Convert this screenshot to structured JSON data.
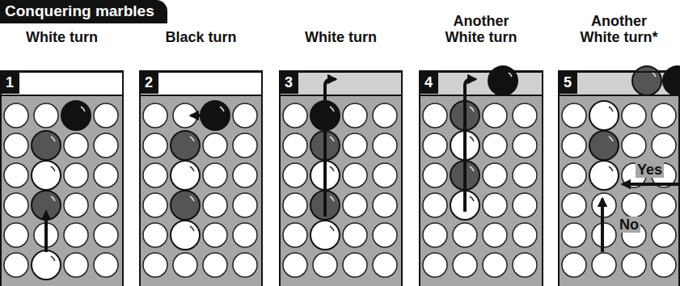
{
  "diagram": {
    "title": "Conquering marbles",
    "nodes": [
      {
        "text": [
          "White turn",
          "1"
        ]
      },
      {
        "text": [
          "Black turn",
          "2"
        ]
      },
      {
        "text": [
          "White turn",
          "3"
        ]
      },
      {
        "text": [
          "Another White turn",
          "4"
        ]
      },
      {
        "text": [
          "Another White turn*",
          "5"
        ]
      }
    ],
    "labels": [
      "Yes",
      "No"
    ]
  }
}
